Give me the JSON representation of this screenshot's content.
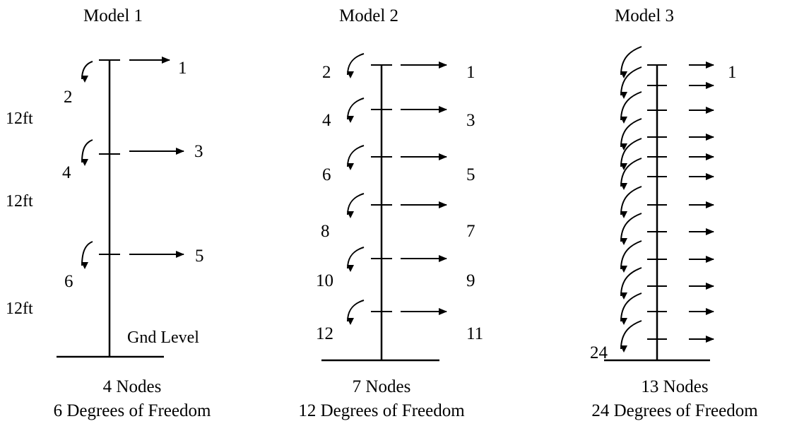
{
  "models": [
    {
      "title": "Model 1",
      "story_labels": [
        "12ft",
        "12ft",
        "12ft"
      ],
      "ground_label": "Gnd Level",
      "node_labels": [
        {
          "translation": "1",
          "rotation": "2"
        },
        {
          "translation": "3",
          "rotation": "4"
        },
        {
          "translation": "5",
          "rotation": "6"
        }
      ],
      "nodes_text": "4 Nodes",
      "dof_text": "6 Degrees of Freedom"
    },
    {
      "title": "Model 2",
      "node_labels": [
        {
          "translation": "1",
          "rotation": "2"
        },
        {
          "translation": "3",
          "rotation": "4"
        },
        {
          "translation": "5",
          "rotation": "6"
        },
        {
          "translation": "7",
          "rotation": "8"
        },
        {
          "translation": "9",
          "rotation": "10"
        },
        {
          "translation": "11",
          "rotation": "12"
        }
      ],
      "nodes_text": "7 Nodes",
      "dof_text": "12 Degrees of Freedom"
    },
    {
      "title": "Model 3",
      "node_labels": [
        {
          "translation": "1",
          "rotation": ""
        },
        {
          "translation": "",
          "rotation": ""
        },
        {
          "translation": "",
          "rotation": ""
        },
        {
          "translation": "",
          "rotation": ""
        },
        {
          "translation": "",
          "rotation": ""
        },
        {
          "translation": "",
          "rotation": ""
        },
        {
          "translation": "",
          "rotation": ""
        },
        {
          "translation": "",
          "rotation": ""
        },
        {
          "translation": "",
          "rotation": ""
        },
        {
          "translation": "",
          "rotation": ""
        },
        {
          "translation": "",
          "rotation": ""
        },
        {
          "translation": "",
          "rotation": "24"
        }
      ],
      "nodes_text": "13 Nodes",
      "dof_text": "24 Degrees of Freedom"
    }
  ]
}
